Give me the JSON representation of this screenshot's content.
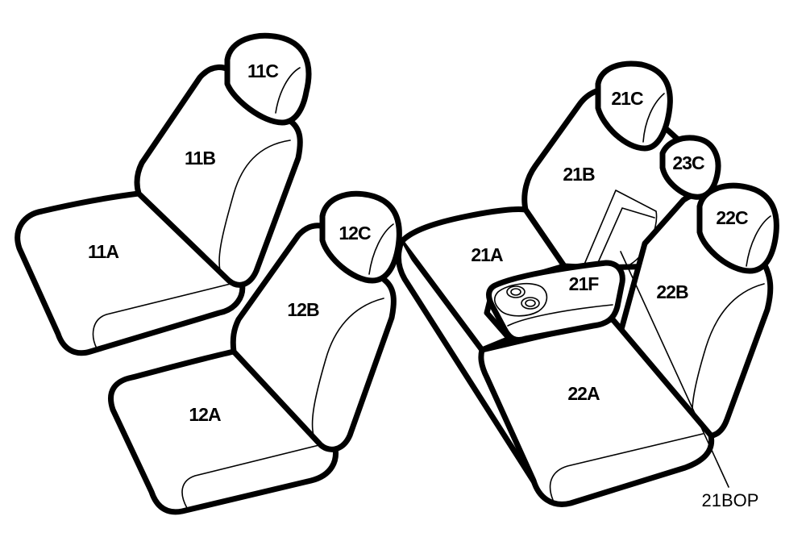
{
  "parts": {
    "11A": "11A",
    "11B": "11B",
    "11C": "11C",
    "12A": "12A",
    "12B": "12B",
    "12C": "12C",
    "21A": "21A",
    "21B": "21B",
    "21C": "21C",
    "21F": "21F",
    "22A": "22A",
    "22B": "22B",
    "22C": "22C",
    "23C": "23C"
  },
  "callout_label": "21BOP"
}
